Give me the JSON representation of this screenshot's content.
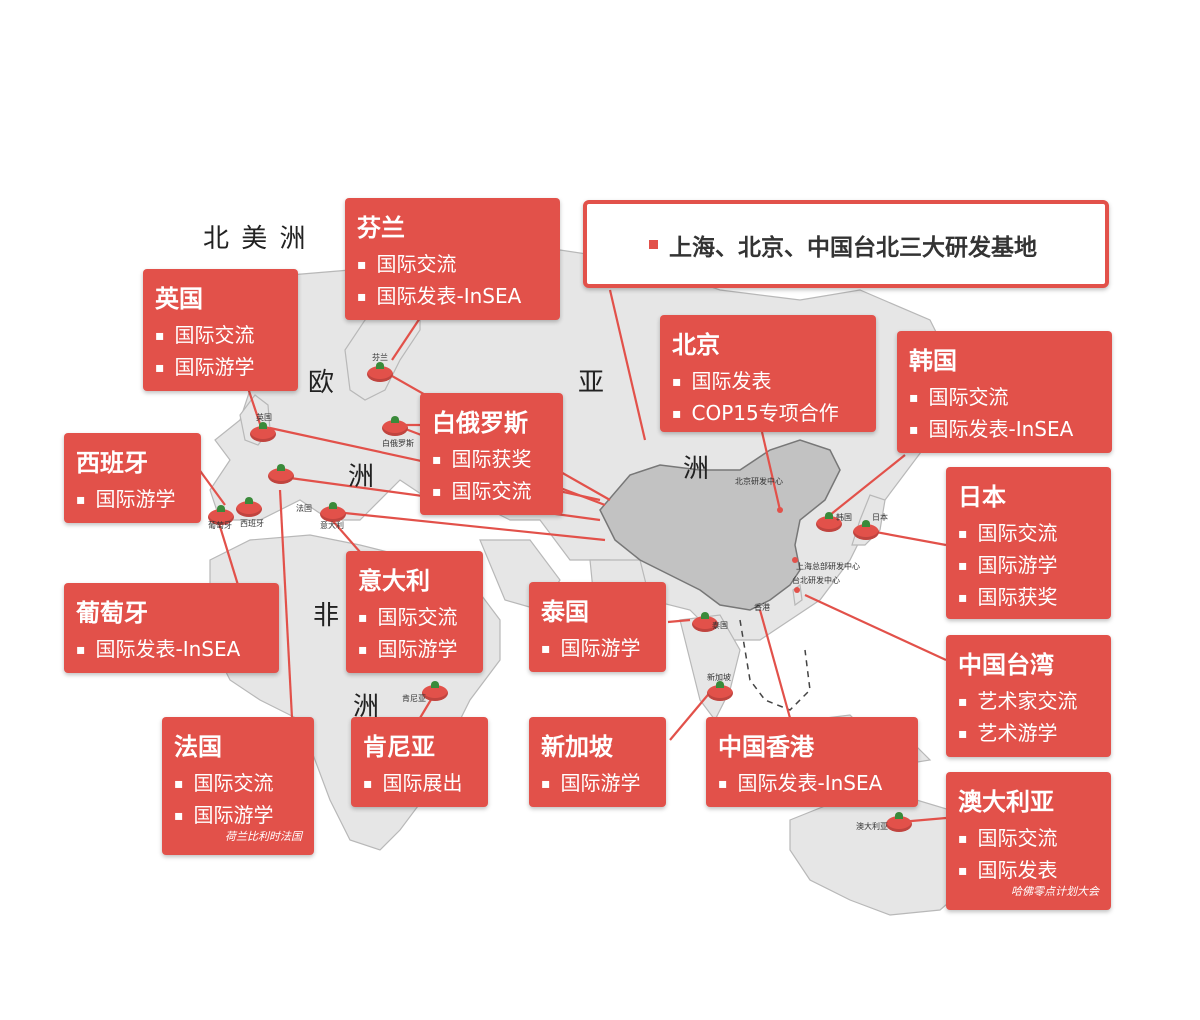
{
  "regions": {
    "north_america": "北 美 洲",
    "europe_1": "欧",
    "europe_2": "洲",
    "asia_1": "亚",
    "asia_2": "洲",
    "africa_1": "非",
    "africa_2": "洲"
  },
  "headquarters": {
    "text": "上海、北京、中国台北三大研发基地"
  },
  "cards": {
    "finland": {
      "title": "芬兰",
      "items": [
        "国际交流",
        "国际发表-InSEA"
      ]
    },
    "uk": {
      "title": "英国",
      "items": [
        "国际交流",
        "国际游学"
      ]
    },
    "belarus": {
      "title": "白俄罗斯",
      "items": [
        "国际获奖",
        "国际交流"
      ]
    },
    "spain": {
      "title": "西班牙",
      "items": [
        "国际游学"
      ]
    },
    "portugal": {
      "title": "葡萄牙",
      "items": [
        "国际发表-InSEA"
      ]
    },
    "italy": {
      "title": "意大利",
      "items": [
        "国际交流",
        "国际游学"
      ]
    },
    "france": {
      "title": "法国",
      "items": [
        "国际交流",
        "国际游学"
      ],
      "note": "荷兰比利时法国"
    },
    "kenya": {
      "title": "肯尼亚",
      "items": [
        "国际展出"
      ]
    },
    "thailand": {
      "title": "泰国",
      "items": [
        "国际游学"
      ]
    },
    "singapore": {
      "title": "新加坡",
      "items": [
        "国际游学"
      ]
    },
    "beijing": {
      "title": "北京",
      "items": [
        "国际发表",
        "COP15专项合作"
      ]
    },
    "hongkong": {
      "title": "中国香港",
      "items": [
        "国际发表-InSEA"
      ]
    },
    "korea": {
      "title": "韩国",
      "items": [
        "国际交流",
        "国际发表-InSEA"
      ]
    },
    "japan": {
      "title": "日本",
      "items": [
        "国际交流",
        "国际游学",
        "国际获奖"
      ]
    },
    "taiwan": {
      "title": "中国台湾",
      "items": [
        "艺术家交流",
        "艺术游学"
      ]
    },
    "australia": {
      "title": "澳大利亚",
      "items": [
        "国际交流",
        "国际发表"
      ],
      "note": "哈佛零点计划大会"
    }
  },
  "map_labels": {
    "finland": "芬兰",
    "uk": "英国",
    "belarus": "白俄罗斯",
    "portugal": "葡萄牙",
    "spain": "西班牙",
    "france": "法国",
    "italy": "意大利",
    "kenya": "肯尼亚",
    "thailand": "泰国",
    "singapore": "新加坡",
    "hongkong": "香港",
    "korea": "韩国",
    "japan": "日本",
    "australia": "澳大利亚",
    "beijing_center": "北京研发中心",
    "shanghai_center": "上海总部研发中心",
    "taipei_center": "台北研发中心"
  },
  "colors": {
    "accent": "#e2514a",
    "land": "#e6e6e6",
    "china": "#c2c2c2"
  }
}
